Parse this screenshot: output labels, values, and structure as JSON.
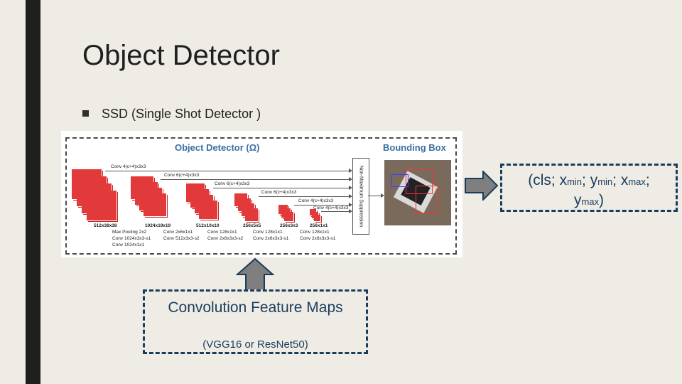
{
  "slide": {
    "title": "Object Detector",
    "bullet": "SSD (Single Shot Detector )"
  },
  "figure": {
    "title": "Object Detector (Ω)",
    "bbox_label": "Bounding Box",
    "nms_label": "Non-Maximum Suppression",
    "conv_labels": [
      "Conv 4(c+4)x3x3",
      "Conv 6(c+4)x3x3",
      "Conv 6(c+4)x3x3",
      "Conv 6(c+4)x3x3",
      "Conv 4(c+4)x3x3",
      "Conv 4(c+4)x3x3"
    ],
    "sizes": [
      "512x38x38",
      "1024x19x19",
      "512x10x10",
      "256x5x5",
      "256x3x3",
      "256x1x1"
    ],
    "ops_row1": [
      "Max Pooling 2x2",
      "Conv 2x6x1x1",
      "Conv 128x1x1",
      "Conv 128x1x1",
      "Conv 128x1x1"
    ],
    "ops_row2": [
      "Conv 1024x3x3-s1",
      "Conv 512x3x3-s2",
      "Conv 2x6x3x3-s2",
      "Conv 2x6x3x3-s1",
      "Conv 2x6x3x3-s1"
    ],
    "ops_row3": [
      "Conv 1024x1x1"
    ]
  },
  "output_box": {
    "prefix": "(cls; x",
    "xmin_sub": "min",
    "sep1": "; y",
    "ymin_sub": "min",
    "sep2": "; x",
    "xmax_sub": "max",
    "sep3": ";",
    "line2_prefix": "y",
    "ymax_sub": "max",
    "line2_suffix": ")"
  },
  "input_box": {
    "title": "Convolution Feature Maps",
    "subtitle": "(VGG16 or ResNet50)"
  },
  "colors": {
    "background": "#eeece5",
    "sidebar": "#1f1f1f",
    "box_border": "#1a3d5c",
    "arrow_fill": "#7f7f7f",
    "feature_map_red": "#e23a3a",
    "figure_label_blue": "#3a6fa5"
  }
}
